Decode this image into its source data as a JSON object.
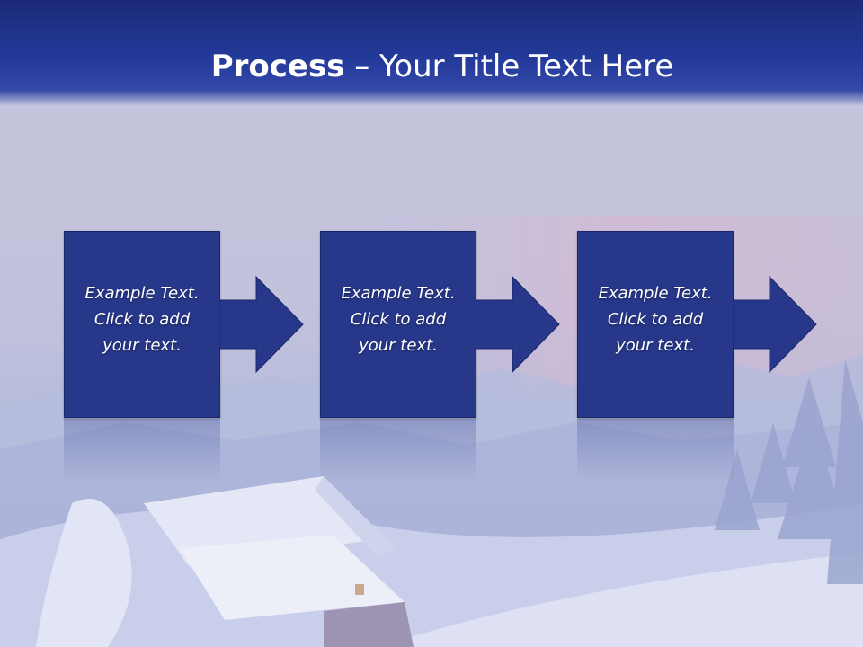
{
  "title": {
    "bold": "Process",
    "rest": " – Your Title Text Here"
  },
  "steps": [
    {
      "line1": "Example Text.",
      "line2": "Click  to add",
      "line3": "your text."
    },
    {
      "line1": "Example Text.",
      "line2": "Click  to add",
      "line3": "your text."
    },
    {
      "line1": "Example Text.",
      "line2": "Click  to add",
      "line3": "your text."
    }
  ],
  "colors": {
    "title_bar": "#233a9a",
    "step_box": "#27378a",
    "title_text": "#ffffff"
  },
  "icons": {
    "step_connector": "right-arrow-icon"
  }
}
